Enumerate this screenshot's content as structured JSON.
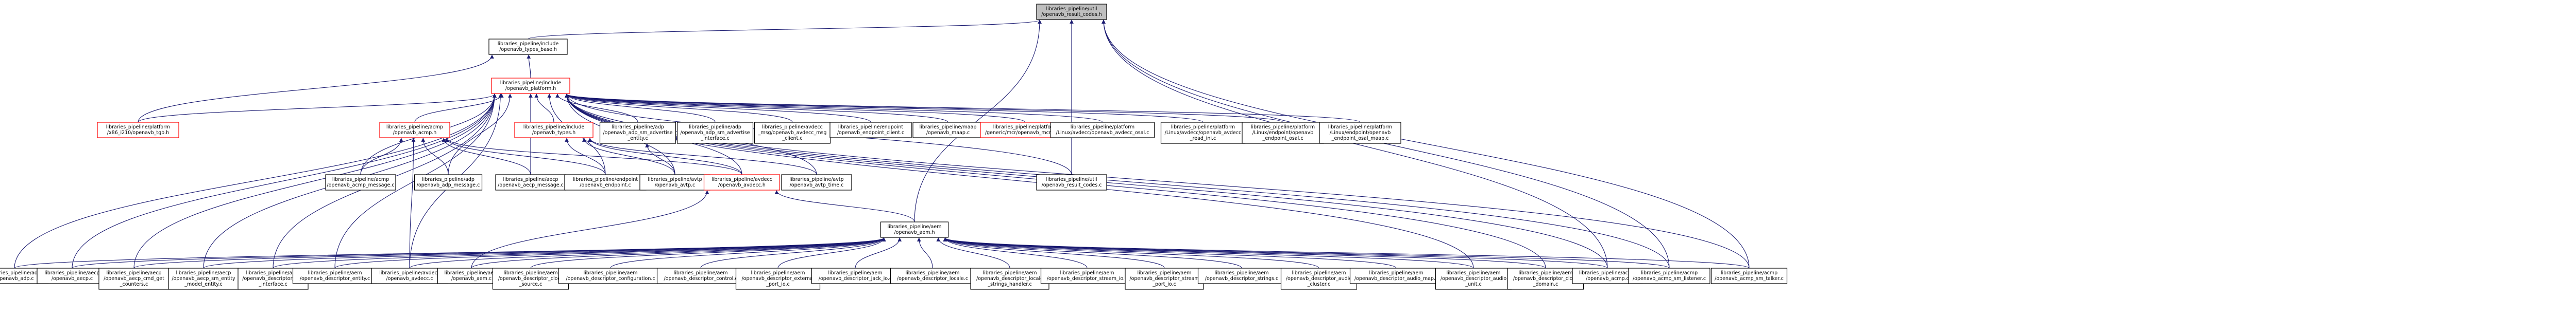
{
  "root": {
    "id": "root",
    "lines": [
      "libraries_pipeline/util",
      "/openavb_result_codes.h"
    ]
  },
  "level1": [
    {
      "id": "types_base",
      "lines": [
        "libraries_pipeline/include",
        "/openavb_types_base.h"
      ]
    }
  ],
  "level2": [
    {
      "id": "platform",
      "lines": [
        "libraries_pipeline/include",
        "/openavb_platform.h"
      ],
      "red": true
    }
  ],
  "level3": [
    {
      "id": "tl_plat",
      "lines": [
        "libraries_pipeline/platform",
        "/x86_i210/openavb_tgb.h"
      ],
      "red": true
    },
    {
      "id": "acmp_h",
      "lines": [
        "libraries_pipeline/acmp",
        "/openavb_acmp.h"
      ],
      "red": true
    },
    {
      "id": "types_h",
      "lines": [
        "libraries_pipeline/include",
        "/openavb_types.h"
      ],
      "red": true
    },
    {
      "id": "adp_entity",
      "lines": [
        "libraries_pipeline/adp",
        "/openavb_adp_sm_advertise",
        "_entity.c"
      ]
    },
    {
      "id": "adp_iface",
      "lines": [
        "libraries_pipeline/adp",
        "/openavb_adp_sm_advertise",
        "_interface.c"
      ]
    },
    {
      "id": "maap_cl",
      "lines": [
        "libraries_pipeline/avdecc",
        "_msg/openavb_avdecc_msg",
        "_client.c"
      ]
    },
    {
      "id": "ep_cl",
      "lines": [
        "libraries_pipeline/endpoint",
        "/openavb_endpoint_client.c"
      ]
    },
    {
      "id": "maap_h",
      "lines": [
        "libraries_pipeline/maap",
        "/openavb_maap.c"
      ]
    },
    {
      "id": "mcr_hal",
      "lines": [
        "libraries_pipeline/platform",
        "/generic/mcr/openavb_mcr_hal.h"
      ],
      "red": true
    },
    {
      "id": "avdecc_cfg",
      "lines": [
        "libraries_pipeline/platform",
        "/Linux/avdecc/openavb_avdecc_osal.c"
      ]
    },
    {
      "id": "avdecc_rd",
      "lines": [
        "libraries_pipeline/platform",
        "/Linux/avdecc/openavb_avdecc",
        "_read_ini.c"
      ]
    },
    {
      "id": "ep_osal",
      "lines": [
        "libraries_pipeline/platform",
        "/Linux/endpoint/openavb",
        "_endpoint_osal.c"
      ]
    },
    {
      "id": "ep_maap",
      "lines": [
        "libraries_pipeline/platform",
        "/Linux/endpoint/openavb",
        "_endpoint_osal_maap.c"
      ]
    }
  ],
  "level4": [
    {
      "id": "acmp_msg",
      "lines": [
        "libraries_pipeline/acmp",
        "/openavb_acmp_message.c"
      ]
    },
    {
      "id": "adp_msg",
      "lines": [
        "libraries_pipeline/adp",
        "/openavb_adp_message.c"
      ]
    },
    {
      "id": "aecp_msg",
      "lines": [
        "libraries_pipeline/aecp",
        "/openavb_aecp_message.c"
      ]
    },
    {
      "id": "endpoint_c",
      "lines": [
        "libraries_pipeline/endpoint",
        "/openavb_endpoint.c"
      ]
    },
    {
      "id": "avtp_c",
      "lines": [
        "libraries_pipeline/avtp",
        "/openavb_avtp.c"
      ]
    },
    {
      "id": "avdecc_h",
      "lines": [
        "libraries_pipeline/avdecc",
        "/openavb_avdecc.h"
      ],
      "red": true
    },
    {
      "id": "avtp_time",
      "lines": [
        "libraries_pipeline/avtp",
        "/openavb_avtp_time.c"
      ]
    },
    {
      "id": "result_c",
      "lines": [
        "libraries_pipeline/util",
        "/openavb_result_codes.c"
      ]
    }
  ],
  "level5": [
    {
      "id": "aem_h",
      "lines": [
        "libraries_pipeline/aem",
        "/openavb_aem.h"
      ]
    }
  ],
  "level6": [
    {
      "id": "adp_c",
      "lines": [
        "libraries_pipeline/adp",
        "/openavb_adp.c"
      ]
    },
    {
      "id": "aecp_c",
      "lines": [
        "libraries_pipeline/aecp",
        "/openavb_aecp.c"
      ]
    },
    {
      "id": "aecp_cmd",
      "lines": [
        "libraries_pipeline/aecp",
        "/openavb_aecp_cmd_get",
        "_counters.c"
      ]
    },
    {
      "id": "aecp_sm",
      "lines": [
        "libraries_pipeline/aecp",
        "/openavb_aecp_sm_entity",
        "_model_entity.c"
      ]
    },
    {
      "id": "d_avb",
      "lines": [
        "libraries_pipeline/aem",
        "/openavb_descriptor_avb",
        "_interface.c"
      ]
    },
    {
      "id": "d_entity",
      "lines": [
        "libraries_pipeline/aem",
        "/openavb_descriptor_entity.c"
      ]
    },
    {
      "id": "avdecc_c",
      "lines": [
        "libraries_pipeline/avdecc",
        "/openavb_avdecc.c"
      ]
    },
    {
      "id": "aem_c",
      "lines": [
        "libraries_pipeline/aem",
        "/openavb_aem.c"
      ]
    },
    {
      "id": "d_clock",
      "lines": [
        "libraries_pipeline/aem",
        "/openavb_descriptor_clock",
        "_source.c"
      ]
    },
    {
      "id": "d_conf",
      "lines": [
        "libraries_pipeline/aem",
        "/openavb_descriptor_configuration.c"
      ]
    },
    {
      "id": "d_ctrl",
      "lines": [
        "libraries_pipeline/aem",
        "/openavb_descriptor_control.c"
      ]
    },
    {
      "id": "d_ext",
      "lines": [
        "libraries_pipeline/aem",
        "/openavb_descriptor_external",
        "_port_io.c"
      ]
    },
    {
      "id": "d_jack",
      "lines": [
        "libraries_pipeline/aem",
        "/openavb_descriptor_jack_io.c"
      ]
    },
    {
      "id": "d_loc",
      "lines": [
        "libraries_pipeline/aem",
        "/openavb_descriptor_locale.c"
      ]
    },
    {
      "id": "d_locstr",
      "lines": [
        "libraries_pipeline/aem",
        "/openavb_descriptor_locale",
        "_strings_handler.c"
      ]
    },
    {
      "id": "d_sio",
      "lines": [
        "libraries_pipeline/aem",
        "/openavb_descriptor_stream_io.c"
      ]
    },
    {
      "id": "d_spio",
      "lines": [
        "libraries_pipeline/aem",
        "/openavb_descriptor_stream",
        "_port_io.c"
      ]
    },
    {
      "id": "d_str",
      "lines": [
        "libraries_pipeline/aem",
        "/openavb_descriptor_strings.c"
      ]
    },
    {
      "id": "d_audio",
      "lines": [
        "libraries_pipeline/aem",
        "/openavb_descriptor_audio",
        "_cluster.c"
      ]
    },
    {
      "id": "d_amap",
      "lines": [
        "libraries_pipeline/aem",
        "/openavb_descriptor_audio_map.c"
      ]
    },
    {
      "id": "d_aunit",
      "lines": [
        "libraries_pipeline/aem",
        "/openavb_descriptor_audio",
        "_unit.c"
      ]
    },
    {
      "id": "d_cdom",
      "lines": [
        "libraries_pipeline/aem",
        "/openavb_descriptor_clock",
        "_domain.c"
      ]
    },
    {
      "id": "acmp_c",
      "lines": [
        "libraries_pipeline/acmp",
        "/openavb_acmp.c"
      ]
    },
    {
      "id": "acmp_lis",
      "lines": [
        "libraries_pipeline/acmp",
        "/openavb_acmp_sm_listener.c"
      ]
    },
    {
      "id": "acmp_talk",
      "lines": [
        "libraries_pipeline/acmp",
        "/openavb_acmp_sm_talker.c"
      ]
    }
  ],
  "edges": [
    [
      "types_base",
      "root"
    ],
    [
      "platform",
      "types_base"
    ],
    [
      "tl_plat",
      "types_base"
    ],
    [
      "tl_plat",
      "platform"
    ],
    [
      "acmp_h",
      "platform"
    ],
    [
      "types_h",
      "platform"
    ],
    [
      "adp_entity",
      "platform"
    ],
    [
      "adp_iface",
      "platform"
    ],
    [
      "maap_cl",
      "platform"
    ],
    [
      "ep_cl",
      "platform"
    ],
    [
      "maap_h",
      "platform"
    ],
    [
      "mcr_hal",
      "platform"
    ],
    [
      "avdecc_cfg",
      "platform"
    ],
    [
      "avdecc_rd",
      "platform"
    ],
    [
      "ep_osal",
      "platform"
    ],
    [
      "ep_maap",
      "platform"
    ],
    [
      "result_c",
      "root"
    ],
    [
      "aem_h",
      "root"
    ],
    [
      "acmp_msg",
      "platform"
    ],
    [
      "adp_msg",
      "platform"
    ],
    [
      "aecp_msg",
      "platform"
    ],
    [
      "endpoint_c",
      "platform"
    ],
    [
      "avtp_c",
      "platform"
    ],
    [
      "avdecc_h",
      "platform"
    ],
    [
      "avtp_time",
      "platform"
    ],
    [
      "result_c",
      "platform"
    ],
    [
      "acmp_msg",
      "acmp_h"
    ],
    [
      "adp_msg",
      "acmp_h"
    ],
    [
      "aecp_msg",
      "acmp_h"
    ],
    [
      "endpoint_c",
      "acmp_h"
    ],
    [
      "avdecc_h",
      "acmp_h"
    ],
    [
      "avdecc_c",
      "acmp_h"
    ],
    [
      "endpoint_c",
      "types_h"
    ],
    [
      "avtp_c",
      "types_h"
    ],
    [
      "avdecc_h",
      "types_h"
    ],
    [
      "avtp_time",
      "types_h"
    ],
    [
      "avtp_c",
      "adp_entity"
    ],
    [
      "aem_h",
      "avdecc_h"
    ],
    [
      "aem_c",
      "avdecc_h"
    ],
    [
      "adp_c",
      "platform"
    ],
    [
      "aecp_c",
      "platform"
    ],
    [
      "aecp_cmd",
      "platform"
    ],
    [
      "aecp_sm",
      "platform"
    ],
    [
      "d_avb",
      "platform"
    ],
    [
      "d_entity",
      "platform"
    ],
    [
      "avdecc_c",
      "platform"
    ],
    [
      "d_aunit",
      "platform"
    ],
    [
      "d_cdom",
      "platform"
    ],
    [
      "acmp_c",
      "platform"
    ],
    [
      "acmp_lis",
      "platform"
    ],
    [
      "acmp_talk",
      "platform"
    ],
    [
      "acmp_c",
      "root"
    ],
    [
      "acmp_lis",
      "root"
    ],
    [
      "acmp_talk",
      "root"
    ],
    [
      "adp_c",
      "aem_h"
    ],
    [
      "aecp_c",
      "aem_h"
    ],
    [
      "aecp_cmd",
      "aem_h"
    ],
    [
      "aecp_sm",
      "aem_h"
    ],
    [
      "d_avb",
      "aem_h"
    ],
    [
      "d_entity",
      "aem_h"
    ],
    [
      "avdecc_c",
      "aem_h"
    ],
    [
      "aem_c",
      "aem_h"
    ],
    [
      "d_clock",
      "aem_h"
    ],
    [
      "d_conf",
      "aem_h"
    ],
    [
      "d_ctrl",
      "aem_h"
    ],
    [
      "d_ext",
      "aem_h"
    ],
    [
      "d_jack",
      "aem_h"
    ],
    [
      "d_loc",
      "aem_h"
    ],
    [
      "d_locstr",
      "aem_h"
    ],
    [
      "d_sio",
      "aem_h"
    ],
    [
      "d_spio",
      "aem_h"
    ],
    [
      "d_str",
      "aem_h"
    ],
    [
      "d_audio",
      "aem_h"
    ],
    [
      "d_amap",
      "aem_h"
    ],
    [
      "d_aunit",
      "aem_h"
    ],
    [
      "d_cdom",
      "aem_h"
    ],
    [
      "acmp_c",
      "aem_h"
    ],
    [
      "acmp_lis",
      "aem_h"
    ],
    [
      "acmp_talk",
      "aem_h"
    ]
  ]
}
